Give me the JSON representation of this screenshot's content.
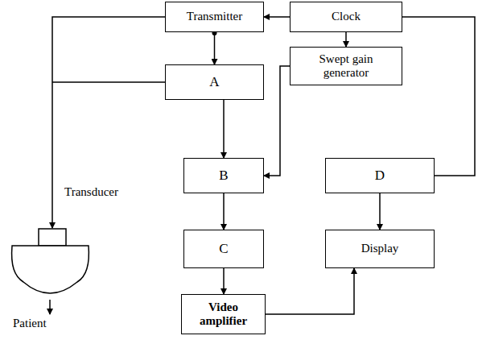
{
  "diagram": {
    "nodes": [
      {
        "text": [
          "Transmitter"
        ]
      },
      {
        "text": [
          "Clock"
        ]
      },
      {
        "text": [
          "A"
        ]
      },
      {
        "text": [
          "Swept gain generator"
        ]
      },
      {
        "text": [
          "B"
        ]
      },
      {
        "text": [
          "D"
        ]
      },
      {
        "text": [
          "C"
        ]
      },
      {
        "text": [
          "Display"
        ]
      },
      {
        "text": [
          "Video amplifier"
        ]
      }
    ],
    "edges": [
      {
        "from": 1,
        "to": 0,
        "arrow": "to"
      },
      {
        "from": 1,
        "to": 3,
        "arrow": "to"
      },
      {
        "from": 1,
        "to": 5,
        "arrow": "none"
      },
      {
        "from": 0,
        "to": 2,
        "arrow": "to"
      },
      {
        "from": 3,
        "to": 4,
        "arrow": "to"
      },
      {
        "from": 2,
        "to": 4,
        "arrow": "to"
      },
      {
        "from": 4,
        "to": 6,
        "arrow": "to"
      },
      {
        "from": 6,
        "to": 8,
        "arrow": "to"
      },
      {
        "from": 8,
        "to": 7,
        "arrow": "to"
      },
      {
        "from": 5,
        "to": 7,
        "arrow": "to"
      }
    ],
    "labels": [
      "Transducer",
      "Patient"
    ]
  }
}
